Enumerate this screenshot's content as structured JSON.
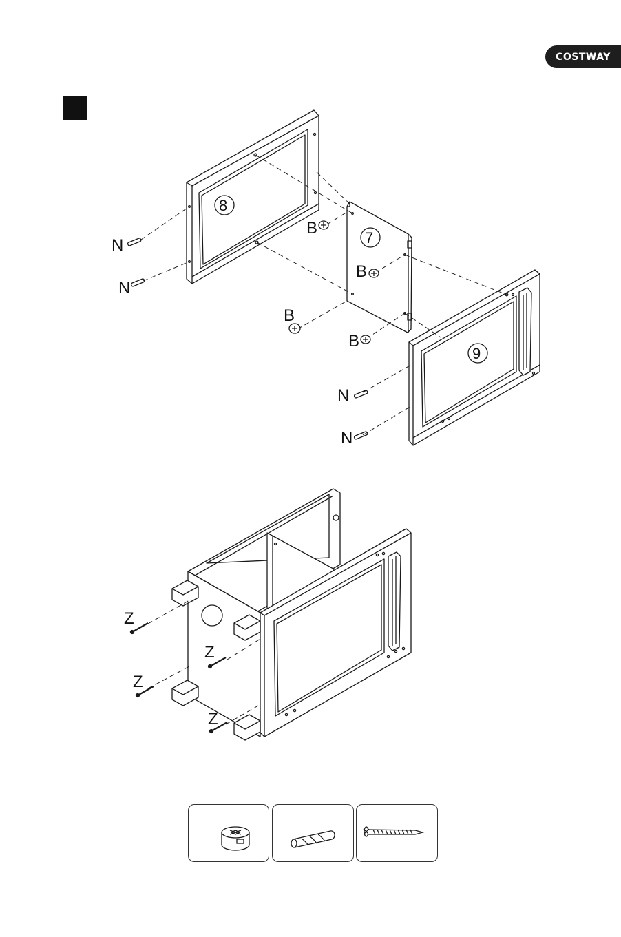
{
  "brand": {
    "name": "COSTWAY"
  },
  "step": {
    "number": "",
    "fill": "#111111"
  },
  "parts": {
    "p8": "8",
    "p7": "7",
    "p9": "9"
  },
  "hardware_labels": {
    "b": "B",
    "n": "N",
    "z": "Z"
  },
  "hardware_boxes": [
    {
      "name": "cam-lock-icon"
    },
    {
      "name": "wooden-dowel-icon"
    },
    {
      "name": "wood-screw-icon"
    }
  ]
}
